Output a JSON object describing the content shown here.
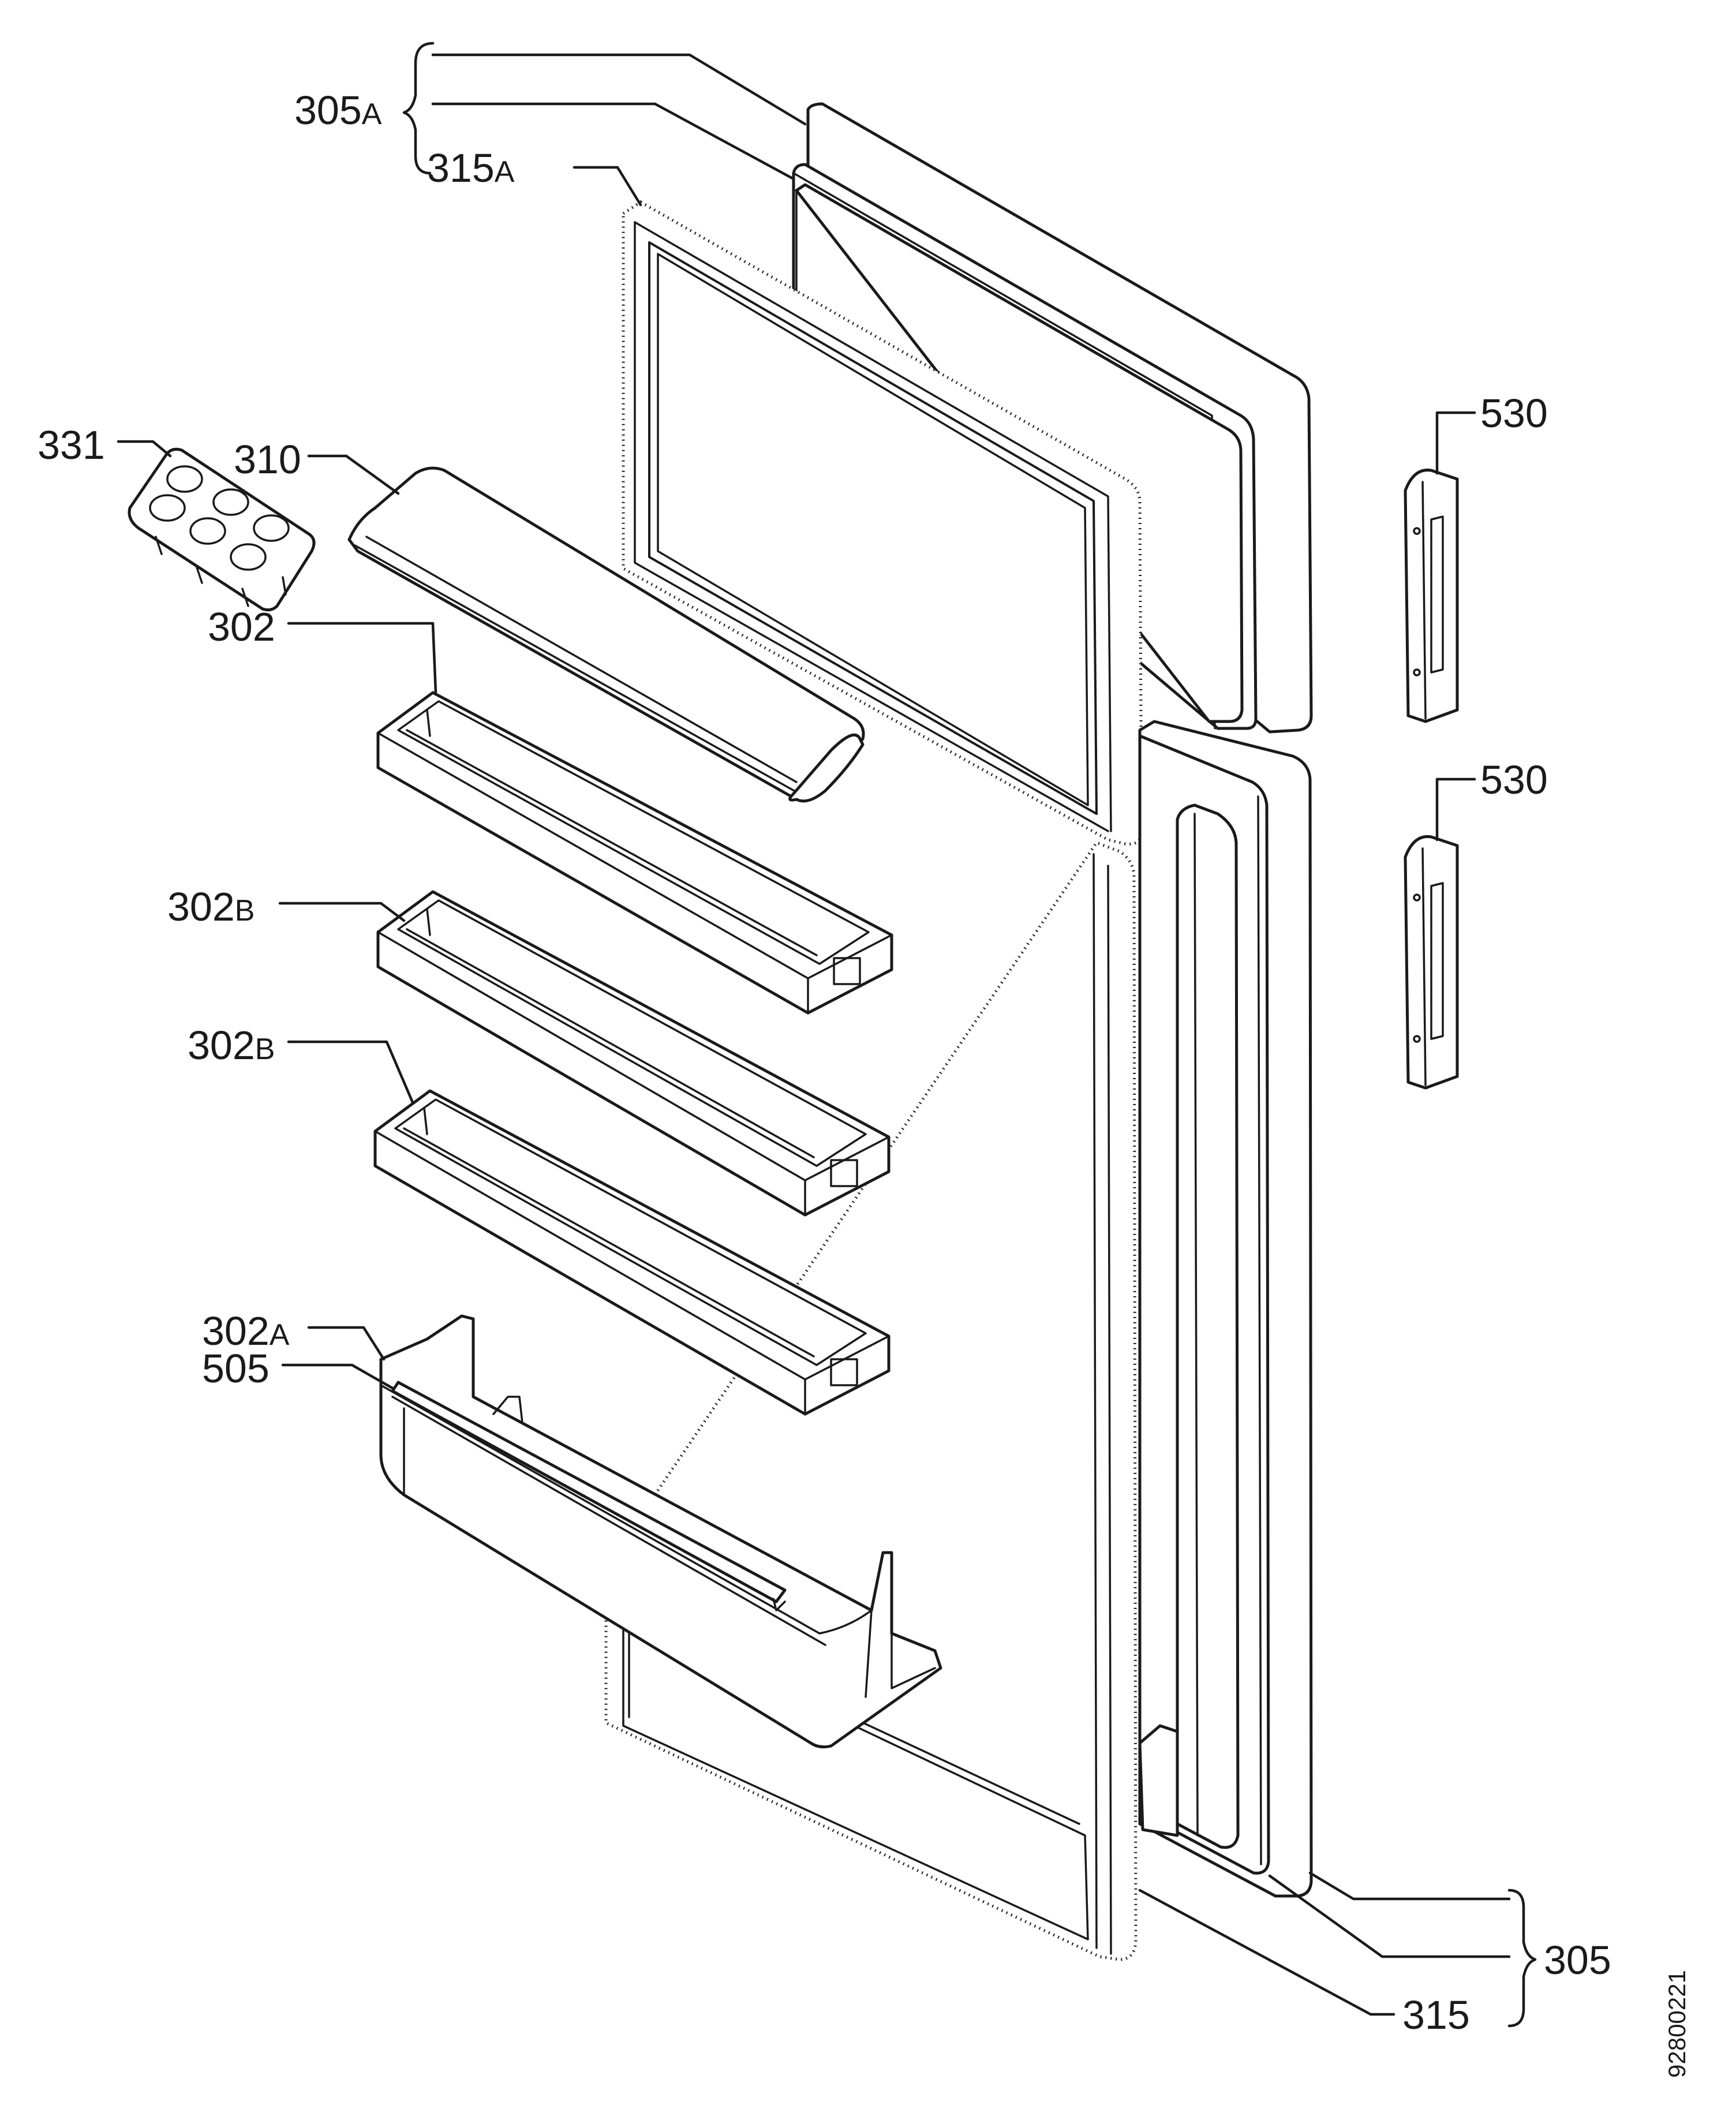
{
  "labels": {
    "l305a": {
      "num": "305",
      "suf": "A"
    },
    "l315a": {
      "num": "315",
      "suf": "A"
    },
    "l331": {
      "num": "331"
    },
    "l310": {
      "num": "310"
    },
    "l302": {
      "num": "302"
    },
    "l302b1": {
      "num": "302",
      "suf": "B"
    },
    "l302b2": {
      "num": "302",
      "suf": "B"
    },
    "l302a": {
      "num": "302",
      "suf": "A"
    },
    "l505": {
      "num": "505"
    },
    "l530a": {
      "num": "530"
    },
    "l530b": {
      "num": "530"
    },
    "l305": {
      "num": "305"
    },
    "l315": {
      "num": "315"
    }
  },
  "drawing_code": "92800221"
}
